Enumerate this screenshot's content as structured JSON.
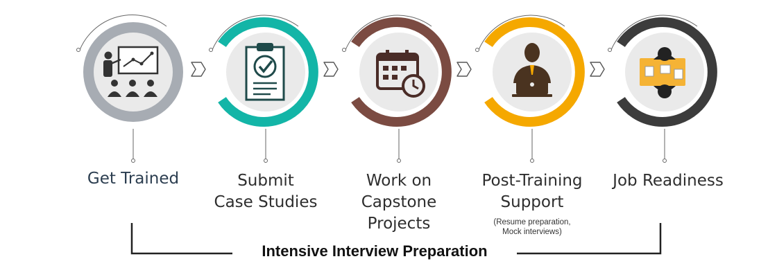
{
  "steps": [
    {
      "title_lines": [
        "Get Trained"
      ],
      "icon": "training-presentation-icon",
      "color": "#a7acb3"
    },
    {
      "title_lines": [
        "Submit",
        "Case Studies"
      ],
      "icon": "clipboard-check-icon",
      "color": "#13b5a7"
    },
    {
      "title_lines": [
        "Work on",
        "Capstone",
        "Projects"
      ],
      "icon": "calendar-clock-icon",
      "color": "#7b4b42"
    },
    {
      "title_lines": [
        "Post-Training",
        "Support"
      ],
      "note_lines": [
        "(Resume preparation,",
        "Mock interviews)"
      ],
      "icon": "laptop-user-icon",
      "color": "#f5a800"
    },
    {
      "title_lines": [
        "Job Readiness"
      ],
      "icon": "meeting-table-icon",
      "color": "#3c3c3c"
    }
  ],
  "footer": {
    "label": "Intensive Interview Preparation"
  },
  "colors": {
    "inner_disk": "#eaeaea",
    "connector": "#666666",
    "text": "#2e2e2e"
  }
}
